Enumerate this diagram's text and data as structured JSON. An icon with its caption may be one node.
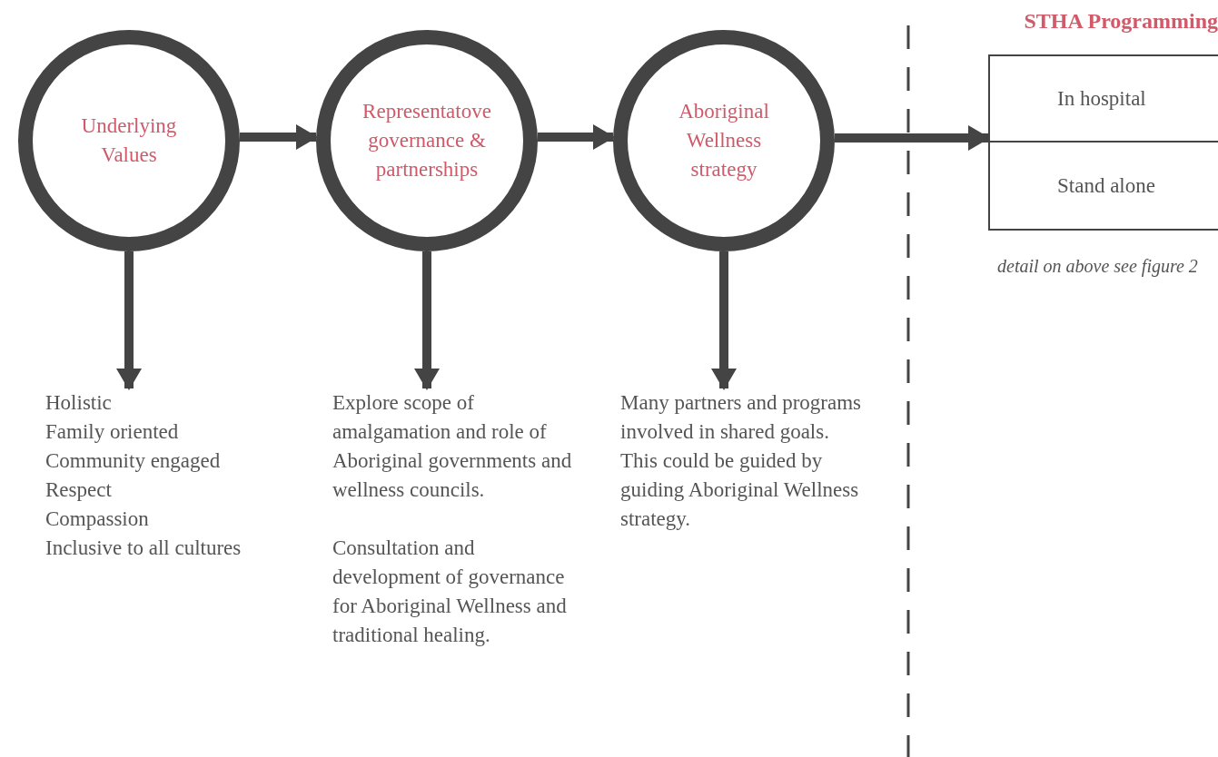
{
  "diagram": {
    "nodes": [
      {
        "text": [
          "Underlying Values"
        ]
      },
      {
        "text": [
          "Representatove governance & partnerships"
        ]
      },
      {
        "text": [
          "Aboriginal Wellness strategy"
        ]
      },
      {
        "text": [
          "STHA Programming"
        ],
        "beside": [
          "detail on above see figure 2"
        ]
      },
      {
        "text": [
          "In hospital"
        ],
        "in": 3
      },
      {
        "text": [
          "Stand alone"
        ],
        "in": 3
      },
      {
        "text": [
          "Holistic",
          "Family oriented",
          "Community engaged",
          "Respect",
          "Compassion",
          "Inclusive to all cultures"
        ]
      },
      {
        "text": [
          "Explore scope of amalgamation and role of Aboriginal governments and wellness councils.",
          "Consultation and development of governance for Aboriginal Wellness and traditional healing."
        ]
      },
      {
        "text": [
          "Many partners and programs involved in shared goals. This could be guided by guiding Aboriginal Wellness strategy."
        ]
      }
    ],
    "edges": [
      {
        "from": 0,
        "to": 1,
        "arrow": "to"
      },
      {
        "from": 1,
        "to": 2,
        "arrow": "to"
      },
      {
        "from": 2,
        "to": 3,
        "arrow": "to"
      },
      {
        "from": 0,
        "to": 6,
        "arrow": "to"
      },
      {
        "from": 1,
        "to": 7,
        "arrow": "to"
      },
      {
        "from": 2,
        "to": 8,
        "arrow": "to"
      }
    ]
  }
}
